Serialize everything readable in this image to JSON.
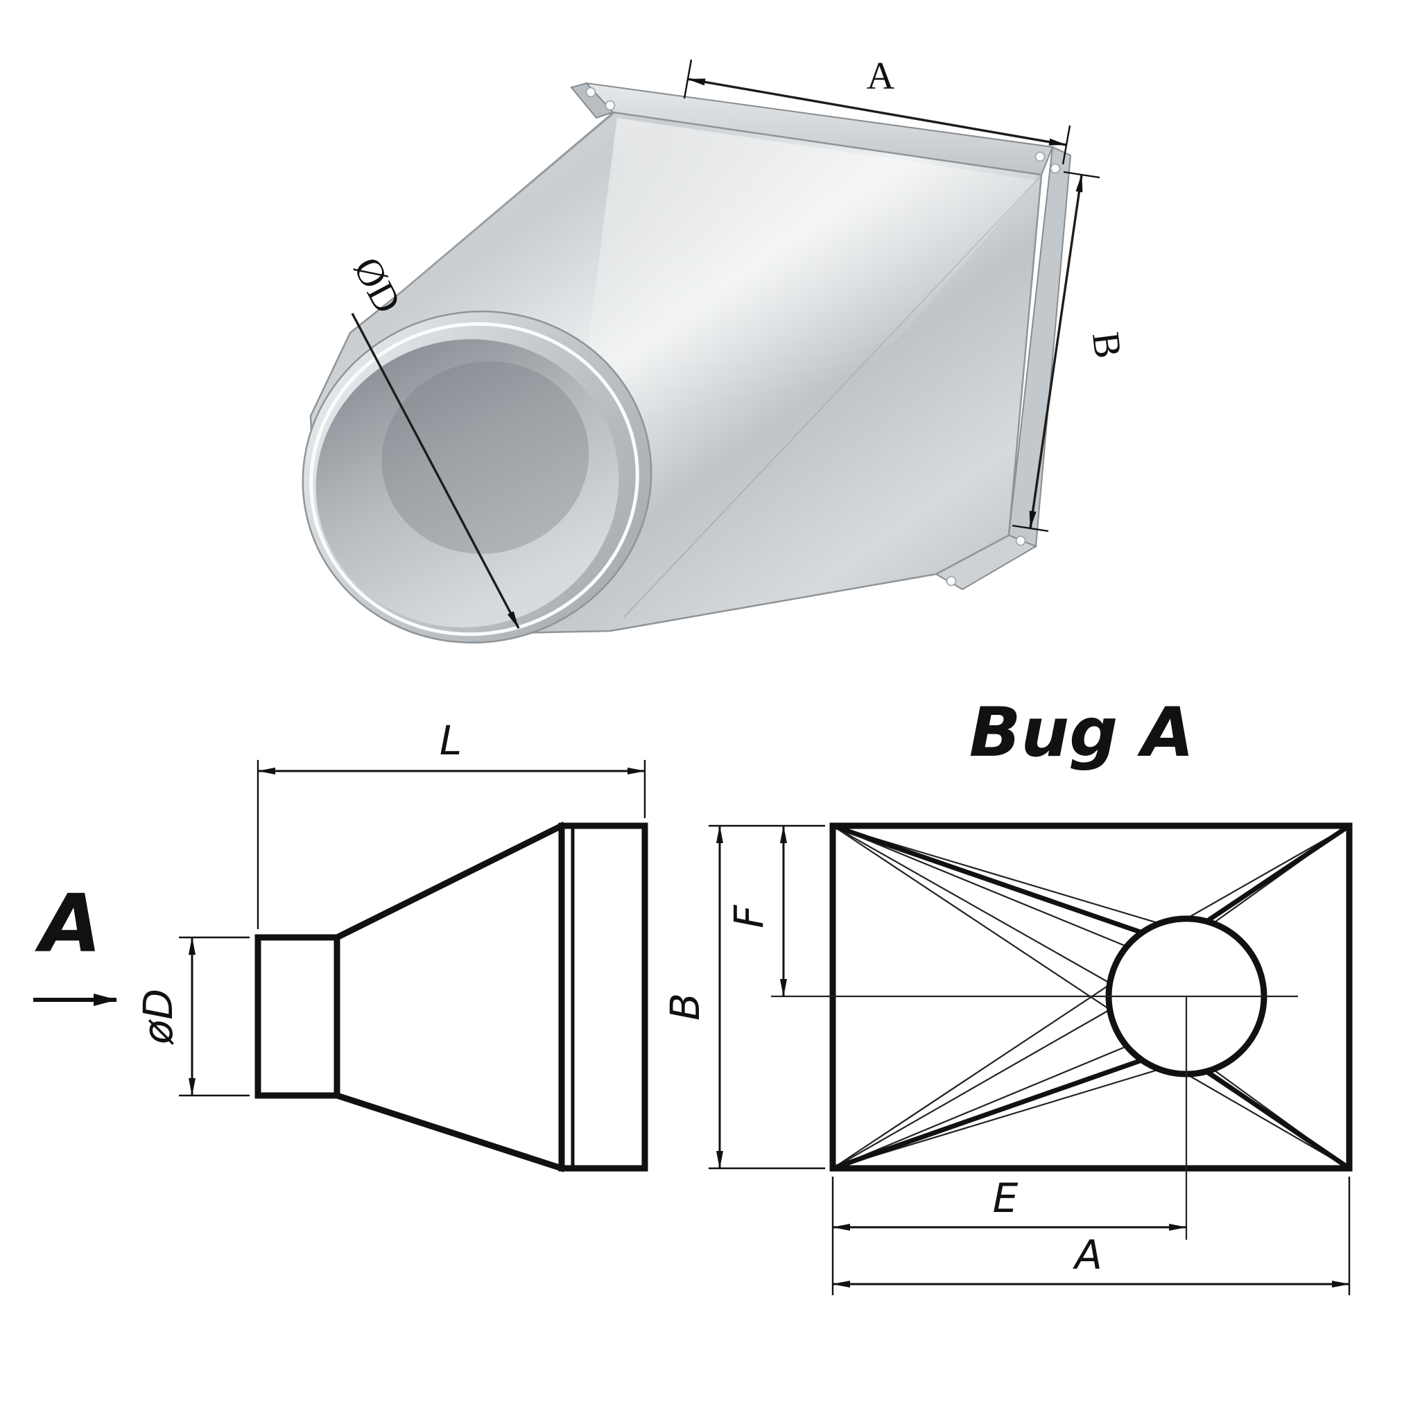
{
  "colors": {
    "background": "#ffffff",
    "line": "#111111",
    "metal_light": "#f0f2f3",
    "metal_dark": "#a8adb2"
  },
  "photo": {
    "dim_width_label": "A",
    "dim_height_label": "B",
    "dim_diameter_label": "ØD"
  },
  "side_view": {
    "dim_length_label": "L",
    "dim_diameter_label": "øD",
    "view_direction_label": "A"
  },
  "front_view": {
    "title": "Bug A",
    "dim_height_label": "B",
    "dim_offset_f_label": "F",
    "dim_offset_e_label": "E",
    "dim_width_label": "A"
  }
}
